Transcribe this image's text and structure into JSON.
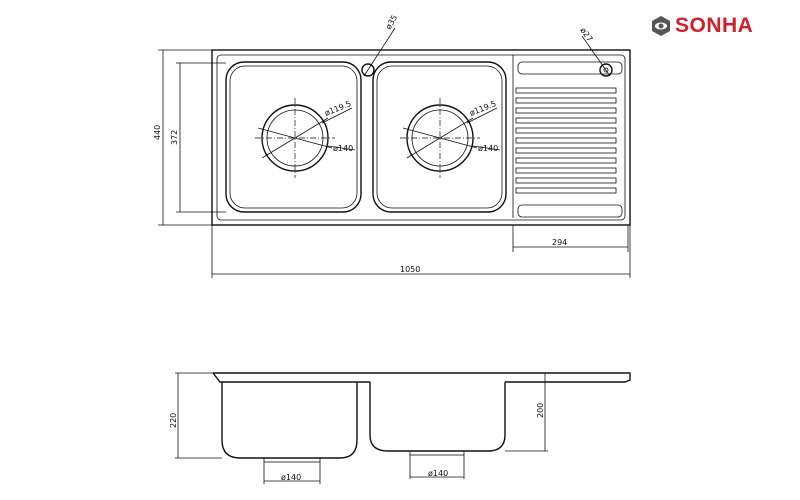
{
  "brand": {
    "name": "SONHA",
    "color": "#d0202a",
    "icon_color": "#555555"
  },
  "top_view": {
    "overall_depth": "440",
    "bowl_depth": "372",
    "overall_width": "1050",
    "drainboard_width": "294",
    "tap_hole": "ø35",
    "overflow_hole": "ø27",
    "bowl1": {
      "inner_drain": "ø119.5",
      "outer_drain": "ø140"
    },
    "bowl2": {
      "inner_drain": "ø119.5",
      "outer_drain": "ø140"
    }
  },
  "side_view": {
    "bowl1_depth": "220",
    "bowl2_depth": "200",
    "drain1": "ø140",
    "drain2": "ø140"
  }
}
